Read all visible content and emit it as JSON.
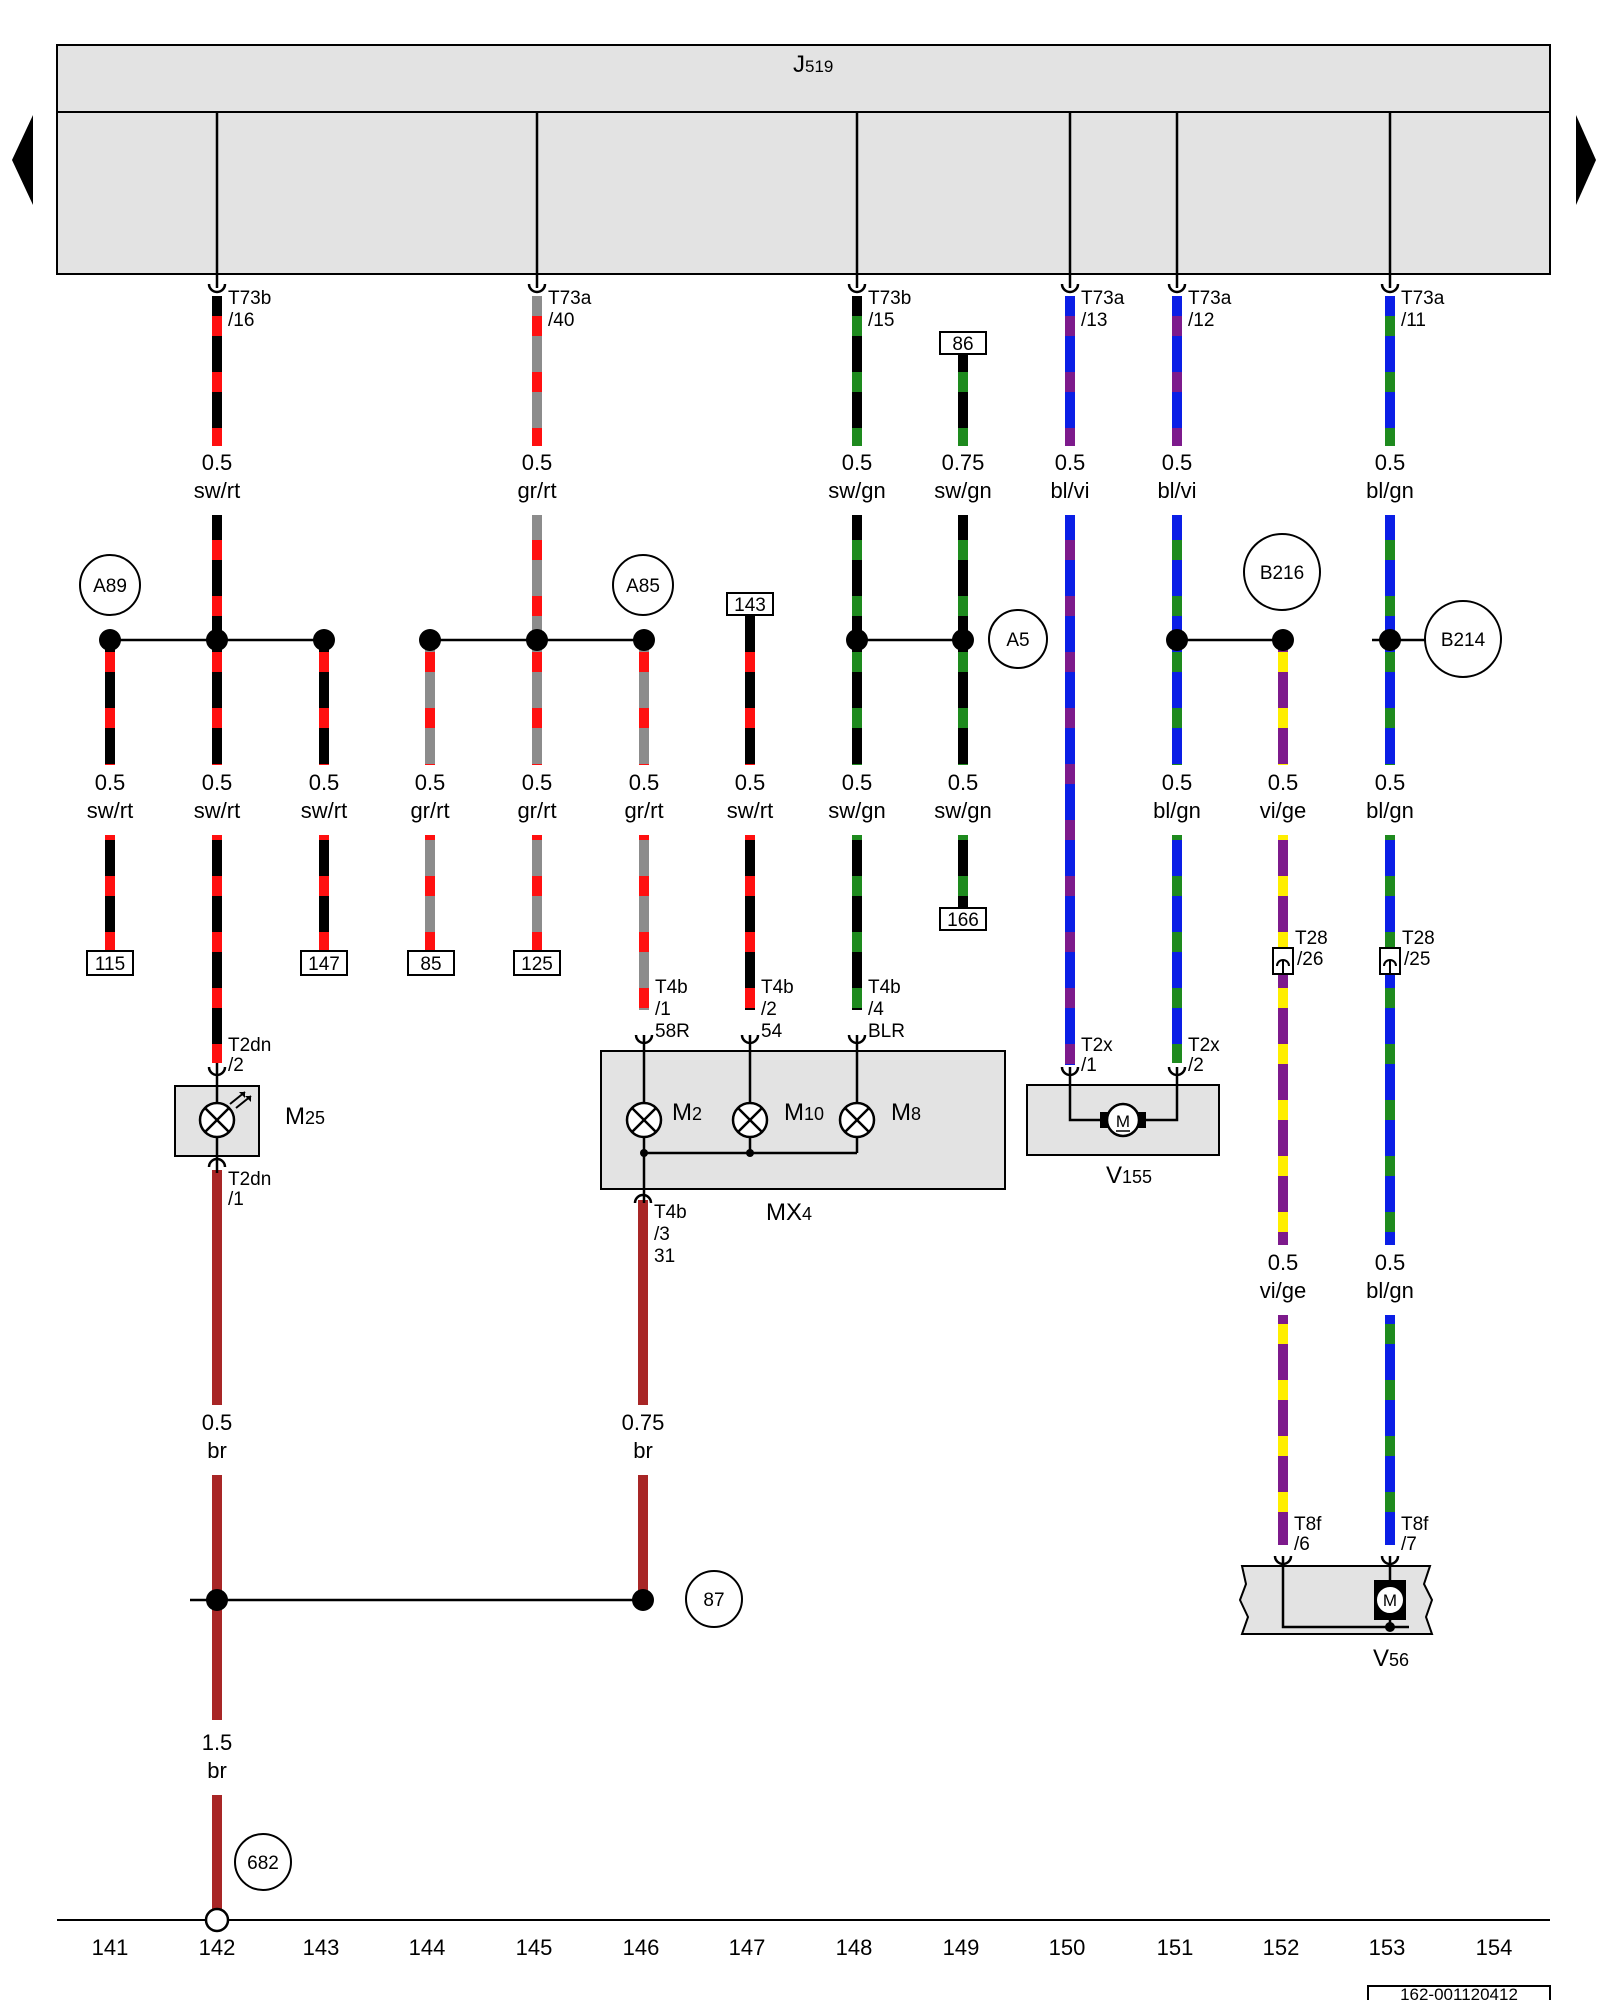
{
  "title_component": "J519",
  "colors": {
    "sw": "#000000",
    "rt": "#ff1010",
    "gr": "#8c8c8c",
    "gn": "#1e8a1e",
    "bl": "#0a1ee6",
    "vi": "#7d1a8c",
    "ge": "#ffee00",
    "br": "#a82626",
    "box_fill": "#e3e3e3"
  },
  "wires": [
    {
      "id": "w1",
      "gauge": "0.5",
      "color": "sw/rt"
    },
    {
      "id": "w2",
      "gauge": "0.5",
      "color": "gr/rt"
    },
    {
      "id": "w3",
      "gauge": "0.5",
      "color": "sw/gn"
    },
    {
      "id": "w4",
      "gauge": "0.75",
      "color": "sw/gn"
    },
    {
      "id": "w5",
      "gauge": "0.5",
      "color": "bl/vi"
    },
    {
      "id": "w6",
      "gauge": "0.5",
      "color": "bl/vi"
    },
    {
      "id": "w7",
      "gauge": "0.5",
      "color": "bl/gn"
    },
    {
      "id": "w8",
      "gauge": "0.5",
      "color": "sw/rt"
    },
    {
      "id": "w9",
      "gauge": "0.5",
      "color": "sw/rt"
    },
    {
      "id": "w10",
      "gauge": "0.5",
      "color": "sw/rt"
    },
    {
      "id": "w11",
      "gauge": "0.5",
      "color": "gr/rt"
    },
    {
      "id": "w12",
      "gauge": "0.5",
      "color": "gr/rt"
    },
    {
      "id": "w13",
      "gauge": "0.5",
      "color": "gr/rt"
    },
    {
      "id": "w14",
      "gauge": "0.5",
      "color": "sw/rt"
    },
    {
      "id": "w15",
      "gauge": "0.5",
      "color": "sw/gn"
    },
    {
      "id": "w16",
      "gauge": "0.5",
      "color": "sw/gn"
    },
    {
      "id": "w17",
      "gauge": "0.5",
      "color": "bl/gn"
    },
    {
      "id": "w18",
      "gauge": "0.5",
      "color": "vi/ge"
    },
    {
      "id": "w19",
      "gauge": "0.5",
      "color": "bl/gn"
    },
    {
      "id": "w20",
      "gauge": "0.5",
      "color": "vi/ge"
    },
    {
      "id": "w21",
      "gauge": "0.5",
      "color": "bl/gn"
    },
    {
      "id": "w22",
      "gauge": "0.5",
      "color": "br"
    },
    {
      "id": "w23",
      "gauge": "0.75",
      "color": "br"
    },
    {
      "id": "w24",
      "gauge": "1.5",
      "color": "br"
    }
  ],
  "connectors": {
    "c1": {
      "l1": "T73b",
      "l2": "/16"
    },
    "c2": {
      "l1": "T73a",
      "l2": "/40"
    },
    "c3": {
      "l1": "T73b",
      "l2": "/15"
    },
    "c4": {
      "l1": "T73a",
      "l2": "/13"
    },
    "c5": {
      "l1": "T73a",
      "l2": "/12"
    },
    "c6": {
      "l1": "T73a",
      "l2": "/11"
    },
    "c7": {
      "l1": "T2dn",
      "l2": "/2"
    },
    "c8": {
      "l1": "T2dn",
      "l2": "/1"
    },
    "c9": {
      "l1": "T4b",
      "l2": "/1",
      "l3": "58R"
    },
    "c10": {
      "l1": "T4b",
      "l2": "/2",
      "l3": "54"
    },
    "c11": {
      "l1": "T4b",
      "l2": "/4",
      "l3": "BLR"
    },
    "c12": {
      "l1": "T4b",
      "l2": "/3",
      "l3": "31"
    },
    "c13": {
      "l1": "T2x",
      "l2": "/1"
    },
    "c14": {
      "l1": "T2x",
      "l2": "/2"
    },
    "c15": {
      "l1": "T28",
      "l2": "/26"
    },
    "c16": {
      "l1": "T28",
      "l2": "/25"
    },
    "c17": {
      "l1": "T8f",
      "l2": "/6"
    },
    "c18": {
      "l1": "T8f",
      "l2": "/7"
    }
  },
  "refs_boxed": {
    "r86": "86",
    "r143": "143",
    "r115": "115",
    "r147": "147",
    "r85": "85",
    "r125": "125",
    "r166": "166"
  },
  "refs_circled": {
    "a89": "A89",
    "a85": "A85",
    "a5": "A5",
    "b216": "B216",
    "b214": "B214",
    "e87": "87",
    "e682": "682"
  },
  "components": {
    "m25": {
      "main": "M",
      "sub": "25"
    },
    "mx4": {
      "main": "MX",
      "sub": "4"
    },
    "m2": {
      "main": "M",
      "sub": "2"
    },
    "m10": {
      "main": "M",
      "sub": "10"
    },
    "m8": {
      "main": "M",
      "sub": "8"
    },
    "v155": {
      "main": "V",
      "sub": "155"
    },
    "v56": {
      "main": "V",
      "sub": "56"
    },
    "j519": {
      "main": "J",
      "sub": "519"
    },
    "motor_letter": "M"
  },
  "grid_numbers": [
    "141",
    "142",
    "143",
    "144",
    "145",
    "146",
    "147",
    "148",
    "149",
    "150",
    "151",
    "152",
    "153",
    "154"
  ],
  "drawing_code": "162-001120412"
}
